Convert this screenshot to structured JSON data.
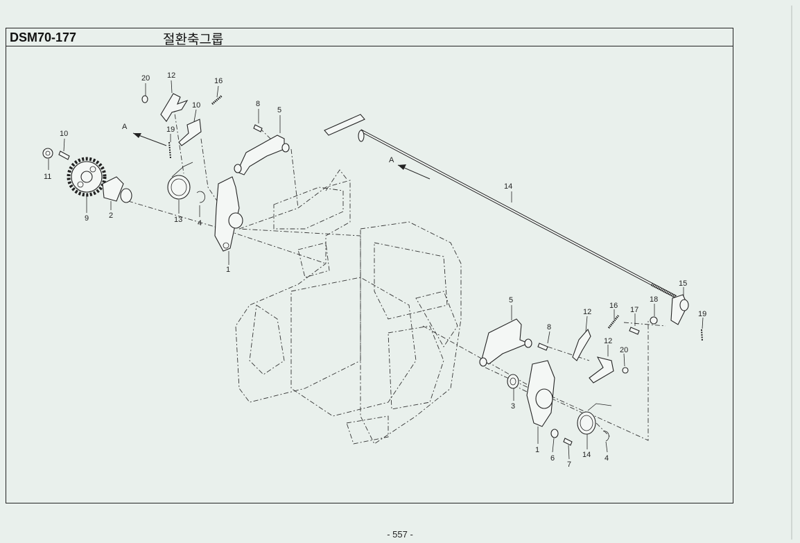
{
  "header": {
    "model": "DSM70-177",
    "title": "절환축그룹"
  },
  "footer": {
    "page": "- 557 -"
  },
  "labels": {
    "upper_left": [
      "20",
      "12",
      "16",
      "10",
      "8",
      "5",
      "10",
      "19",
      "11",
      "9",
      "2",
      "13",
      "4",
      "1"
    ],
    "upper_right": [
      "14",
      "15",
      "19",
      "18",
      "17",
      "16",
      "12",
      "12",
      "20",
      "5",
      "8",
      "3",
      "1",
      "6",
      "7",
      "14",
      "4"
    ],
    "arrow_a": "A"
  }
}
